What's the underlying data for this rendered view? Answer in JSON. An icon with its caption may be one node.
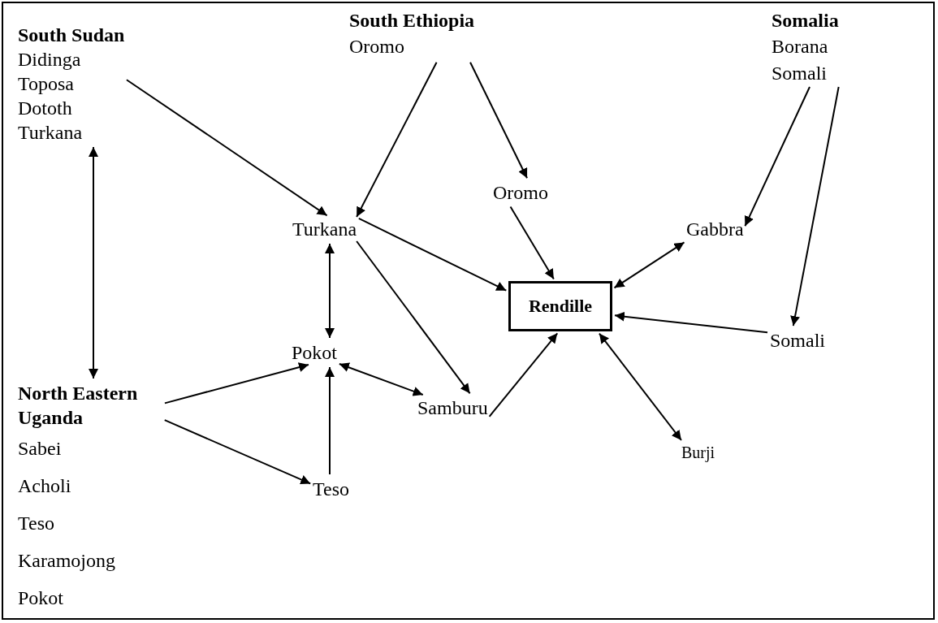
{
  "diagram": {
    "nodes": [
      {
        "text": [
          "South Sudan",
          "Didinga",
          "Toposa",
          "Dototh",
          "Turkana"
        ]
      },
      {
        "text": [
          "South Ethiopia",
          "Oromo"
        ]
      },
      {
        "text": [
          "Somalia",
          "Borana",
          "Somali"
        ]
      },
      {
        "text": [
          "Turkana"
        ]
      },
      {
        "text": [
          "Oromo"
        ]
      },
      {
        "text": [
          "Gabbra"
        ]
      },
      {
        "text": [
          "Rendille"
        ]
      },
      {
        "text": [
          "Pokot"
        ]
      },
      {
        "text": [
          "Somali"
        ]
      },
      {
        "text": [
          "North Eastern Uganda",
          "Sabei",
          "Acholi",
          "Teso",
          "Karamojong",
          "Pokot"
        ]
      },
      {
        "text": [
          "Samburu"
        ]
      },
      {
        "text": [
          "Burji"
        ]
      },
      {
        "text": [
          "Teso"
        ]
      }
    ],
    "edges": [
      {
        "from": 0,
        "to": 3,
        "arrow": "to"
      },
      {
        "from": 1,
        "to": 3,
        "arrow": "to"
      },
      {
        "from": 1,
        "to": 4,
        "arrow": "to"
      },
      {
        "from": 2,
        "to": 5,
        "arrow": "to"
      },
      {
        "from": 2,
        "to": 8,
        "arrow": "to"
      },
      {
        "from": 0,
        "to": 9,
        "arrow": "both"
      },
      {
        "from": 3,
        "to": 6,
        "arrow": "to"
      },
      {
        "from": 4,
        "to": 6,
        "arrow": "to"
      },
      {
        "from": 5,
        "to": 6,
        "arrow": "both"
      },
      {
        "from": 8,
        "to": 6,
        "arrow": "to"
      },
      {
        "from": 3,
        "to": 7,
        "arrow": "both"
      },
      {
        "from": 3,
        "to": 10,
        "arrow": "to"
      },
      {
        "from": 7,
        "to": 10,
        "arrow": "both"
      },
      {
        "from": 10,
        "to": 6,
        "arrow": "to"
      },
      {
        "from": 6,
        "to": 11,
        "arrow": "both"
      },
      {
        "from": 9,
        "to": 7,
        "arrow": "to"
      },
      {
        "from": 9,
        "to": 12,
        "arrow": "to"
      },
      {
        "from": 12,
        "to": 7,
        "arrow": "to"
      }
    ]
  }
}
